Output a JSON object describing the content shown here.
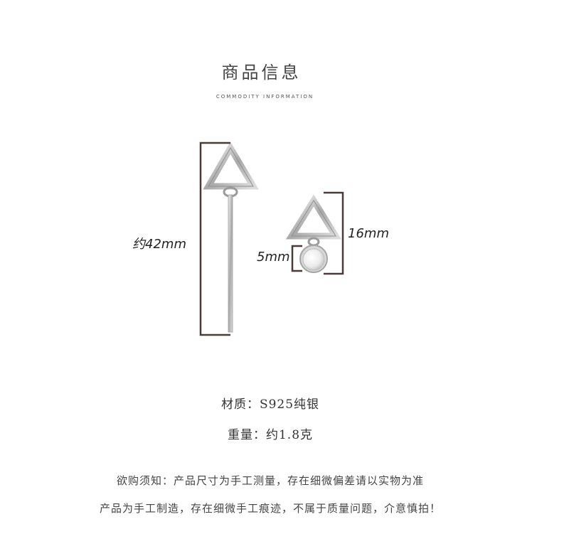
{
  "header": {
    "title": "商品信息",
    "subtitle": "COMMODITY INFORMATION"
  },
  "dimensions": {
    "long_length": "约42mm",
    "short_length": "16mm",
    "pearl_size": "5mm"
  },
  "specs": {
    "material": "材质：S925纯银",
    "weight": "重量：约1.8克"
  },
  "notice": {
    "line1": "欲购须知：产品尺寸为手工测量，存在细微偏差请以实物为准",
    "line2": "产品为手工制造，存在细微手工痕迹，不属于质量问题，介意慎拍！"
  },
  "colors": {
    "silver": "#b8b8b8",
    "bracket": "#4a3a38"
  }
}
